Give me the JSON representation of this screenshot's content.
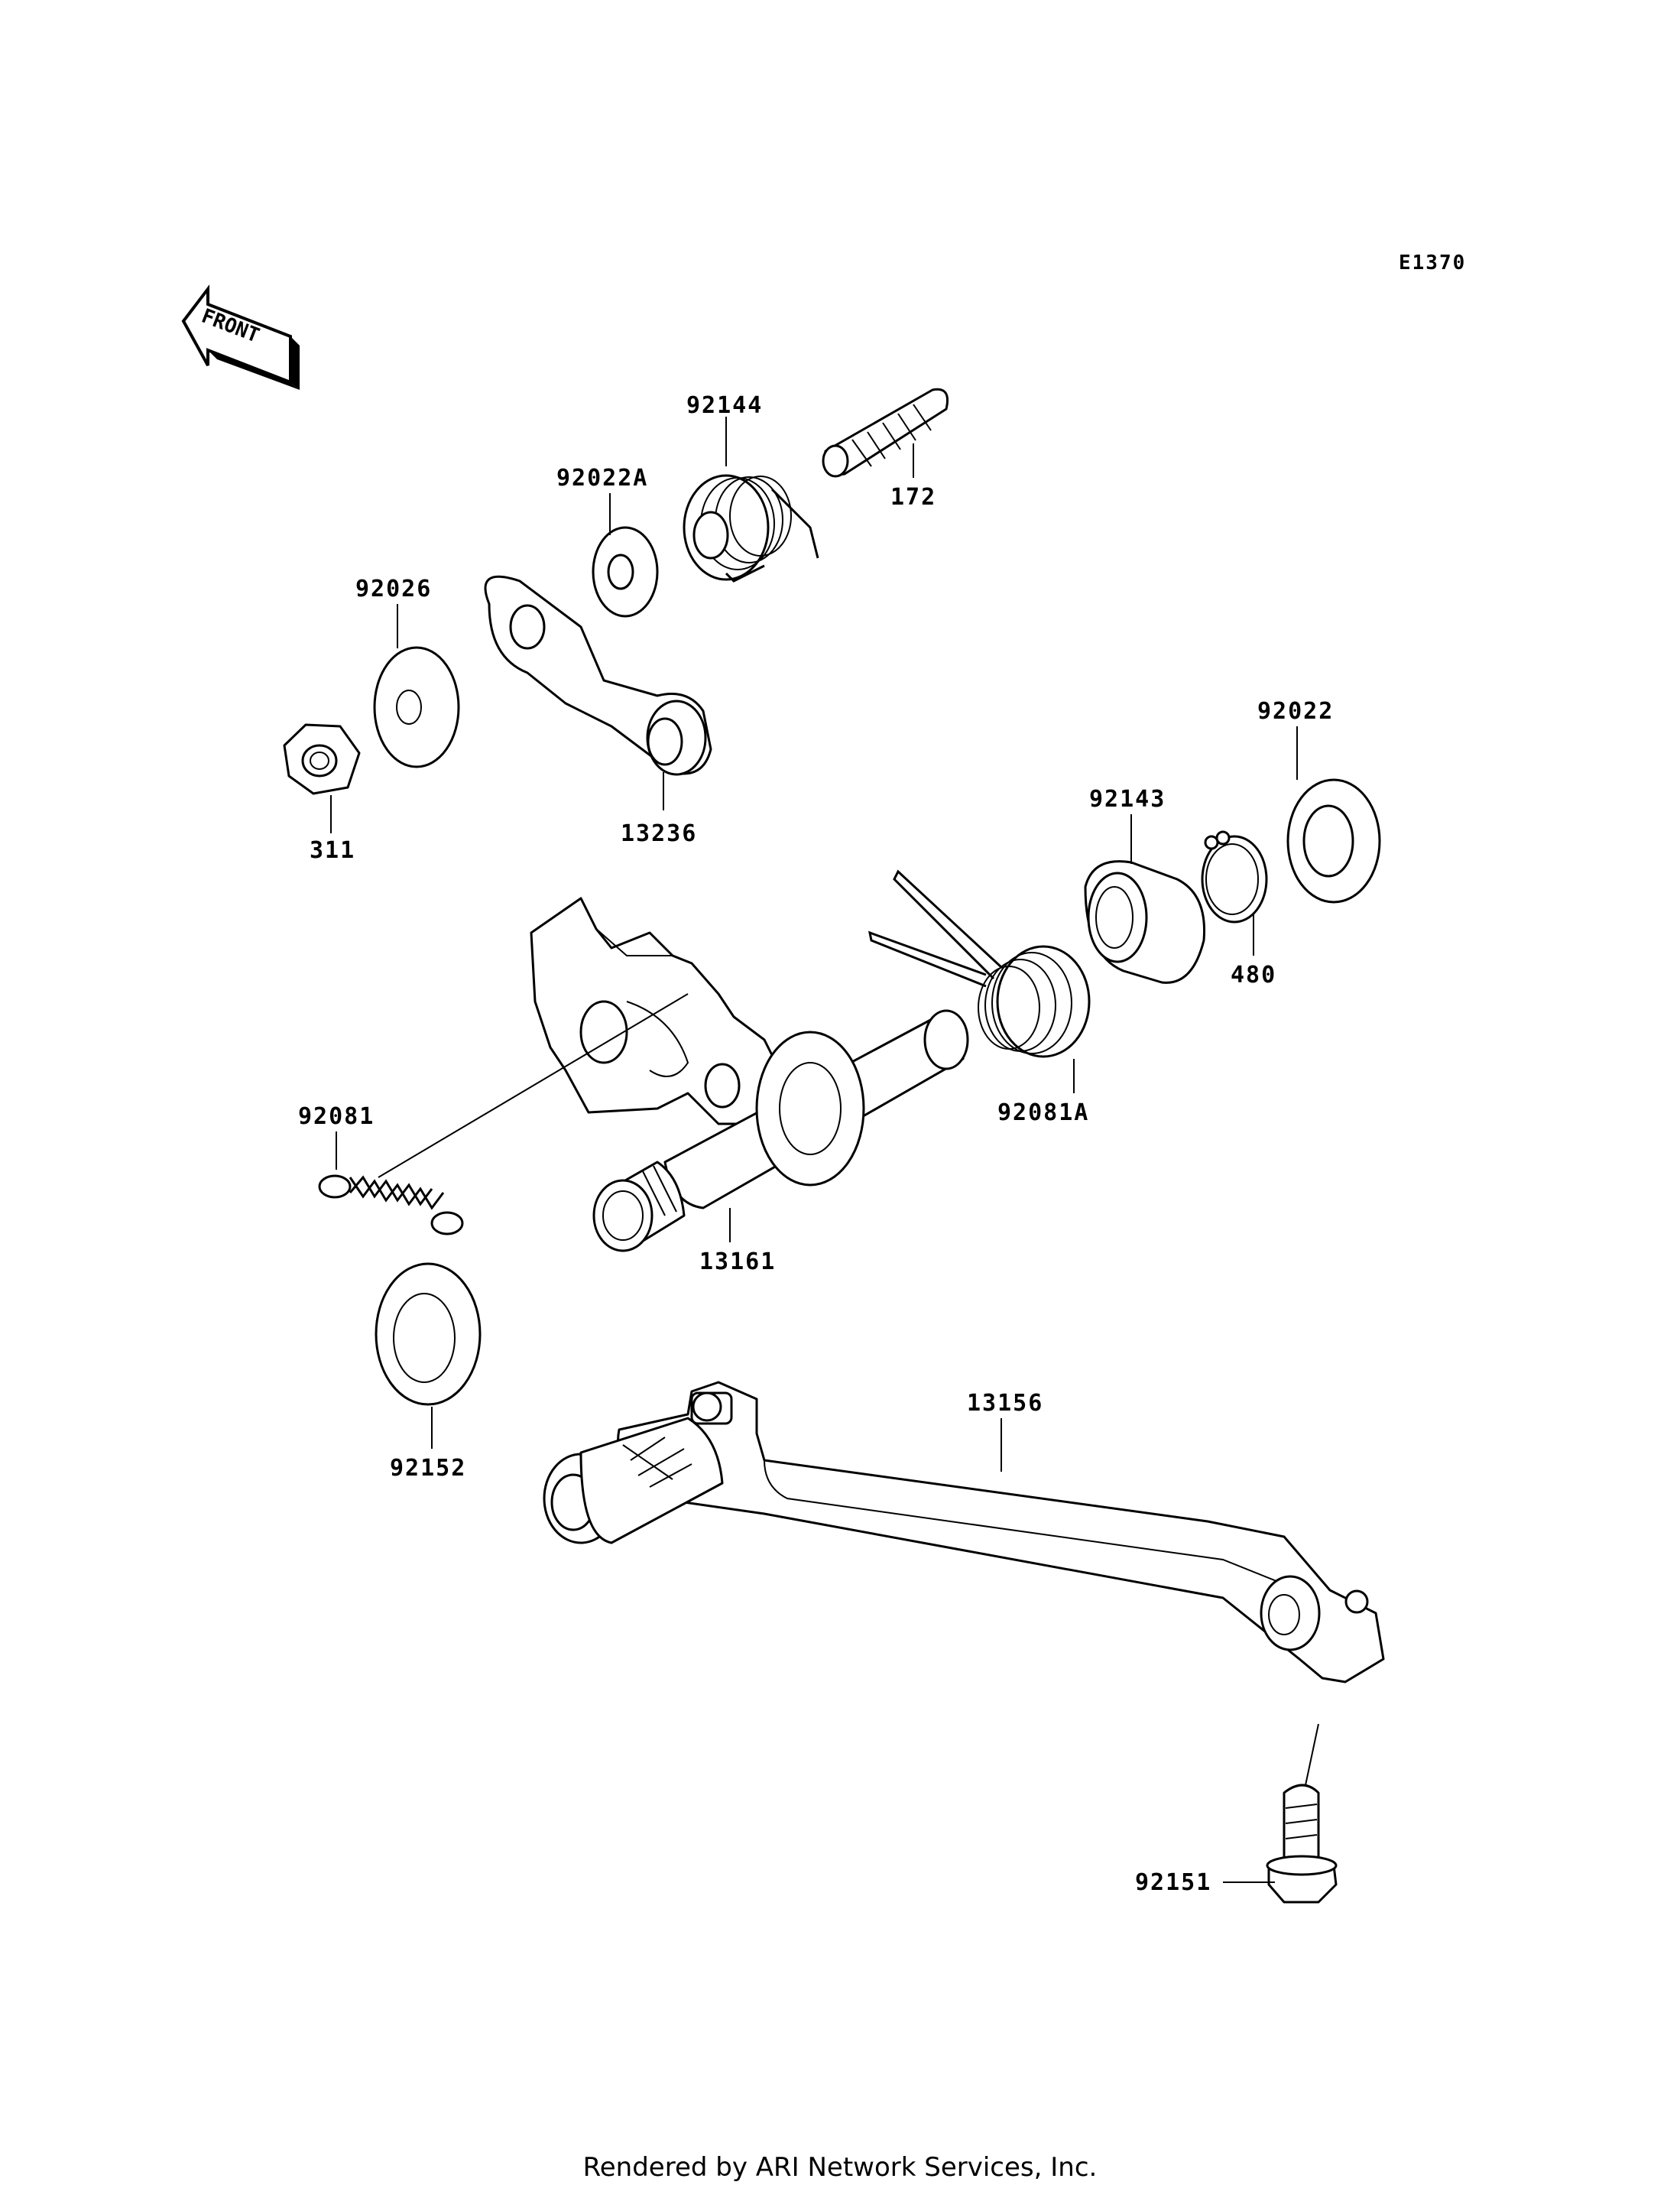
{
  "diagram_code": "E1370",
  "front_label": "FRONT",
  "footer": "Rendered by ARI Network Services, Inc.",
  "parts": [
    {
      "id": "p92144",
      "label": "92144"
    },
    {
      "id": "p172",
      "label": "172"
    },
    {
      "id": "p92022A",
      "label": "92022A"
    },
    {
      "id": "p92026",
      "label": "92026"
    },
    {
      "id": "p311",
      "label": "311"
    },
    {
      "id": "p13236",
      "label": "13236"
    },
    {
      "id": "p92022",
      "label": "92022"
    },
    {
      "id": "p92143",
      "label": "92143"
    },
    {
      "id": "p480",
      "label": "480"
    },
    {
      "id": "p92081A",
      "label": "92081A"
    },
    {
      "id": "p92081",
      "label": "92081"
    },
    {
      "id": "p13161",
      "label": "13161"
    },
    {
      "id": "p92152",
      "label": "92152"
    },
    {
      "id": "p13156",
      "label": "13156"
    },
    {
      "id": "p92151",
      "label": "92151"
    }
  ]
}
